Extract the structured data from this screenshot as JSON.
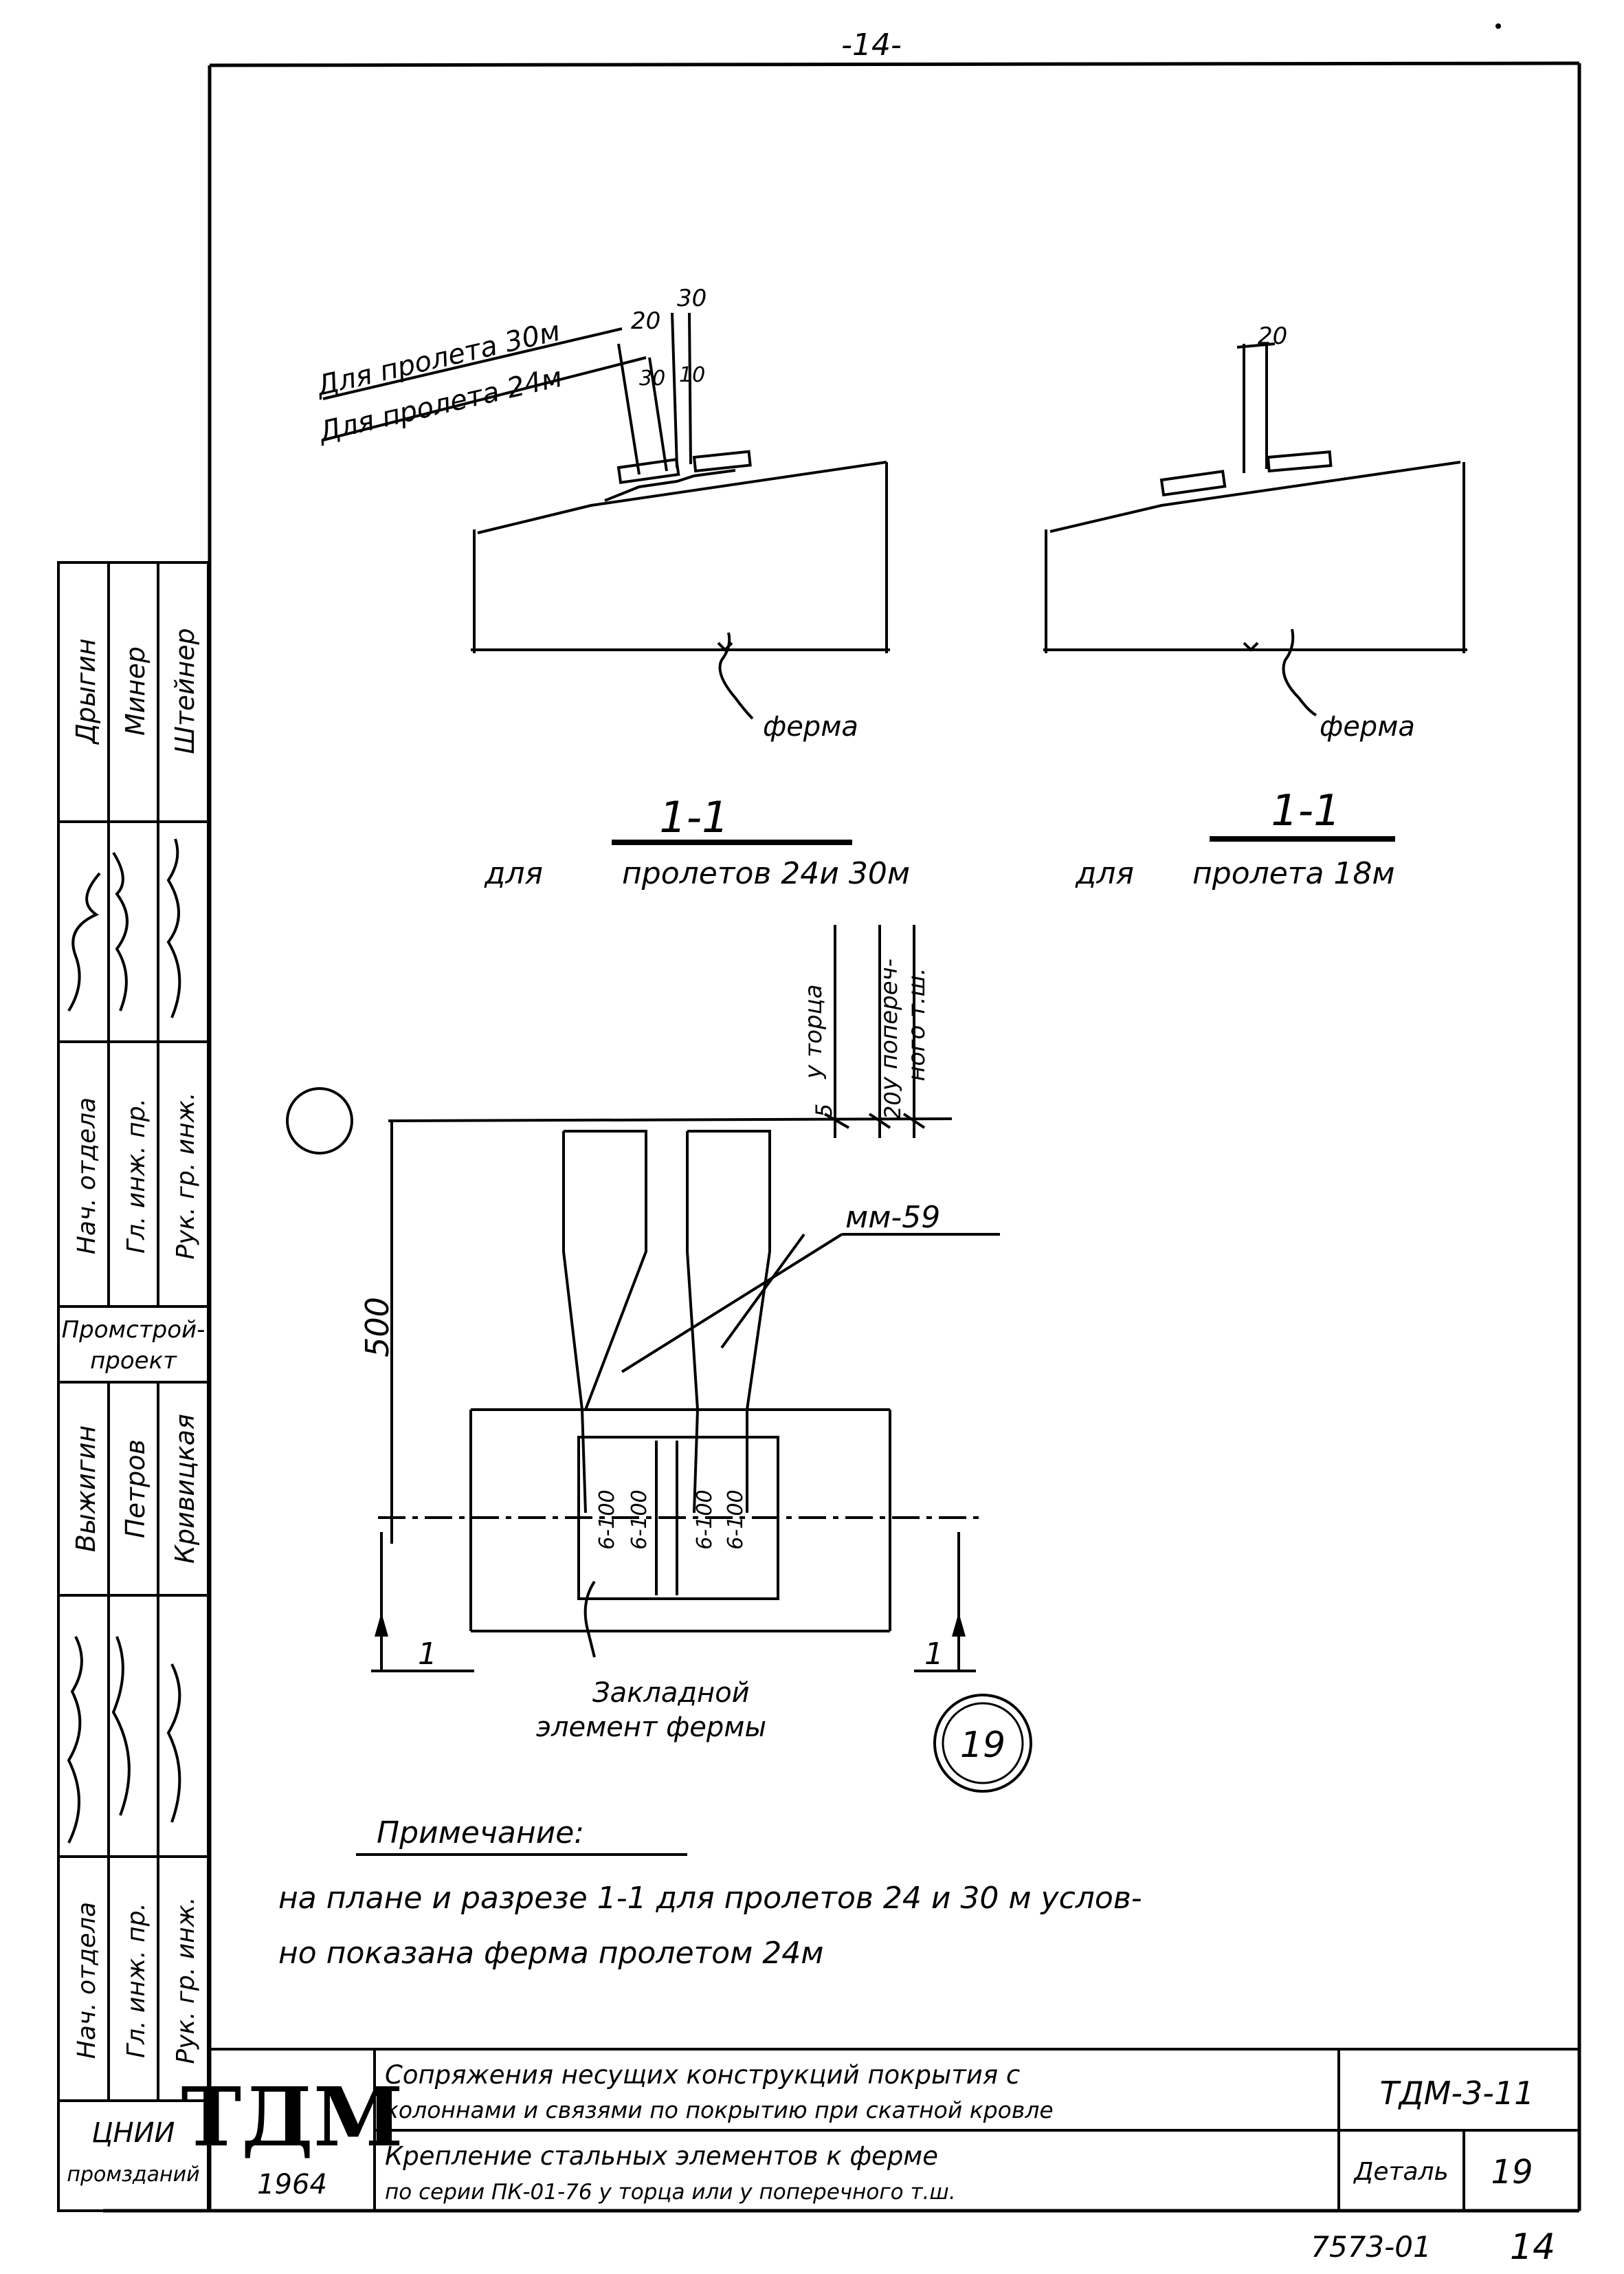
{
  "page_number_top": "-14-",
  "section_left": {
    "label_span30": "Для пролета 30м",
    "label_span24": "Для пролета 24м",
    "dim_20_left": "20",
    "dim_30_top": "30",
    "dim_30_mid": "30",
    "dim_10": "10",
    "truss_label": "ферма",
    "section_mark": "1-1",
    "caption_prefix": "для",
    "caption": "пролетов 24и 30м"
  },
  "section_right": {
    "dim_20": "20",
    "truss_label": "ферма",
    "section_mark": "1-1",
    "caption_prefix": "для",
    "caption": "пролета 18м"
  },
  "plan": {
    "label_end": "у торца",
    "label_joint_1": "у попереч-",
    "label_joint_2": "ного т.ш.",
    "dim_5": "5",
    "dim_20": "20",
    "dim_500": "500",
    "part_mark": "мм-59",
    "weld_1": "6-100",
    "weld_2": "6-100",
    "weld_3": "6-100",
    "weld_4": "6-100",
    "cut_left": "1",
    "cut_right": "1",
    "embedded_1": "Закладной",
    "embedded_2": "элемент фермы",
    "detail_number": "19"
  },
  "note": {
    "heading": "Примечание:",
    "line1": "на плане и разрезе 1-1 для пролетов 24 и 30 м услов-",
    "line2": "но показана ферма пролетом 24м"
  },
  "left_stamp": {
    "row1_1": "Дрыгин",
    "row1_2": "Минер",
    "row1_3": "Штейнер",
    "row2_1": "Нач. отдела",
    "row2_2": "Гл. инж. пр.",
    "row2_3": "Рук. гр. инж.",
    "org_1": "Промстрой-",
    "org_2": "проект",
    "row3_1": "Выжигин",
    "row3_2": "Петров",
    "row3_3": "Кривицкая",
    "row4_1": "Нач. отдела",
    "row4_2": "Гл. инж. пр.",
    "row4_3": "Рук. гр. инж.",
    "org2_1": "ЦНИИ",
    "org2_2": "промзданий"
  },
  "title_block": {
    "logo": "ТДМ",
    "year": "1964",
    "title_1": "Сопряжения несущих конструкций покрытия с",
    "title_2": "колоннами и связями по покрытию при скатной кровле",
    "doc_code": "ТДМ-3-11",
    "subtitle_1": "Крепление стальных элементов к ферме",
    "subtitle_2": "по серии ПК-01-76 у торца или у поперечного т.ш.",
    "detail_label": "Деталь",
    "detail_value": "19"
  },
  "footer": {
    "archive_number": "7573-01",
    "sheet_number": "14"
  }
}
